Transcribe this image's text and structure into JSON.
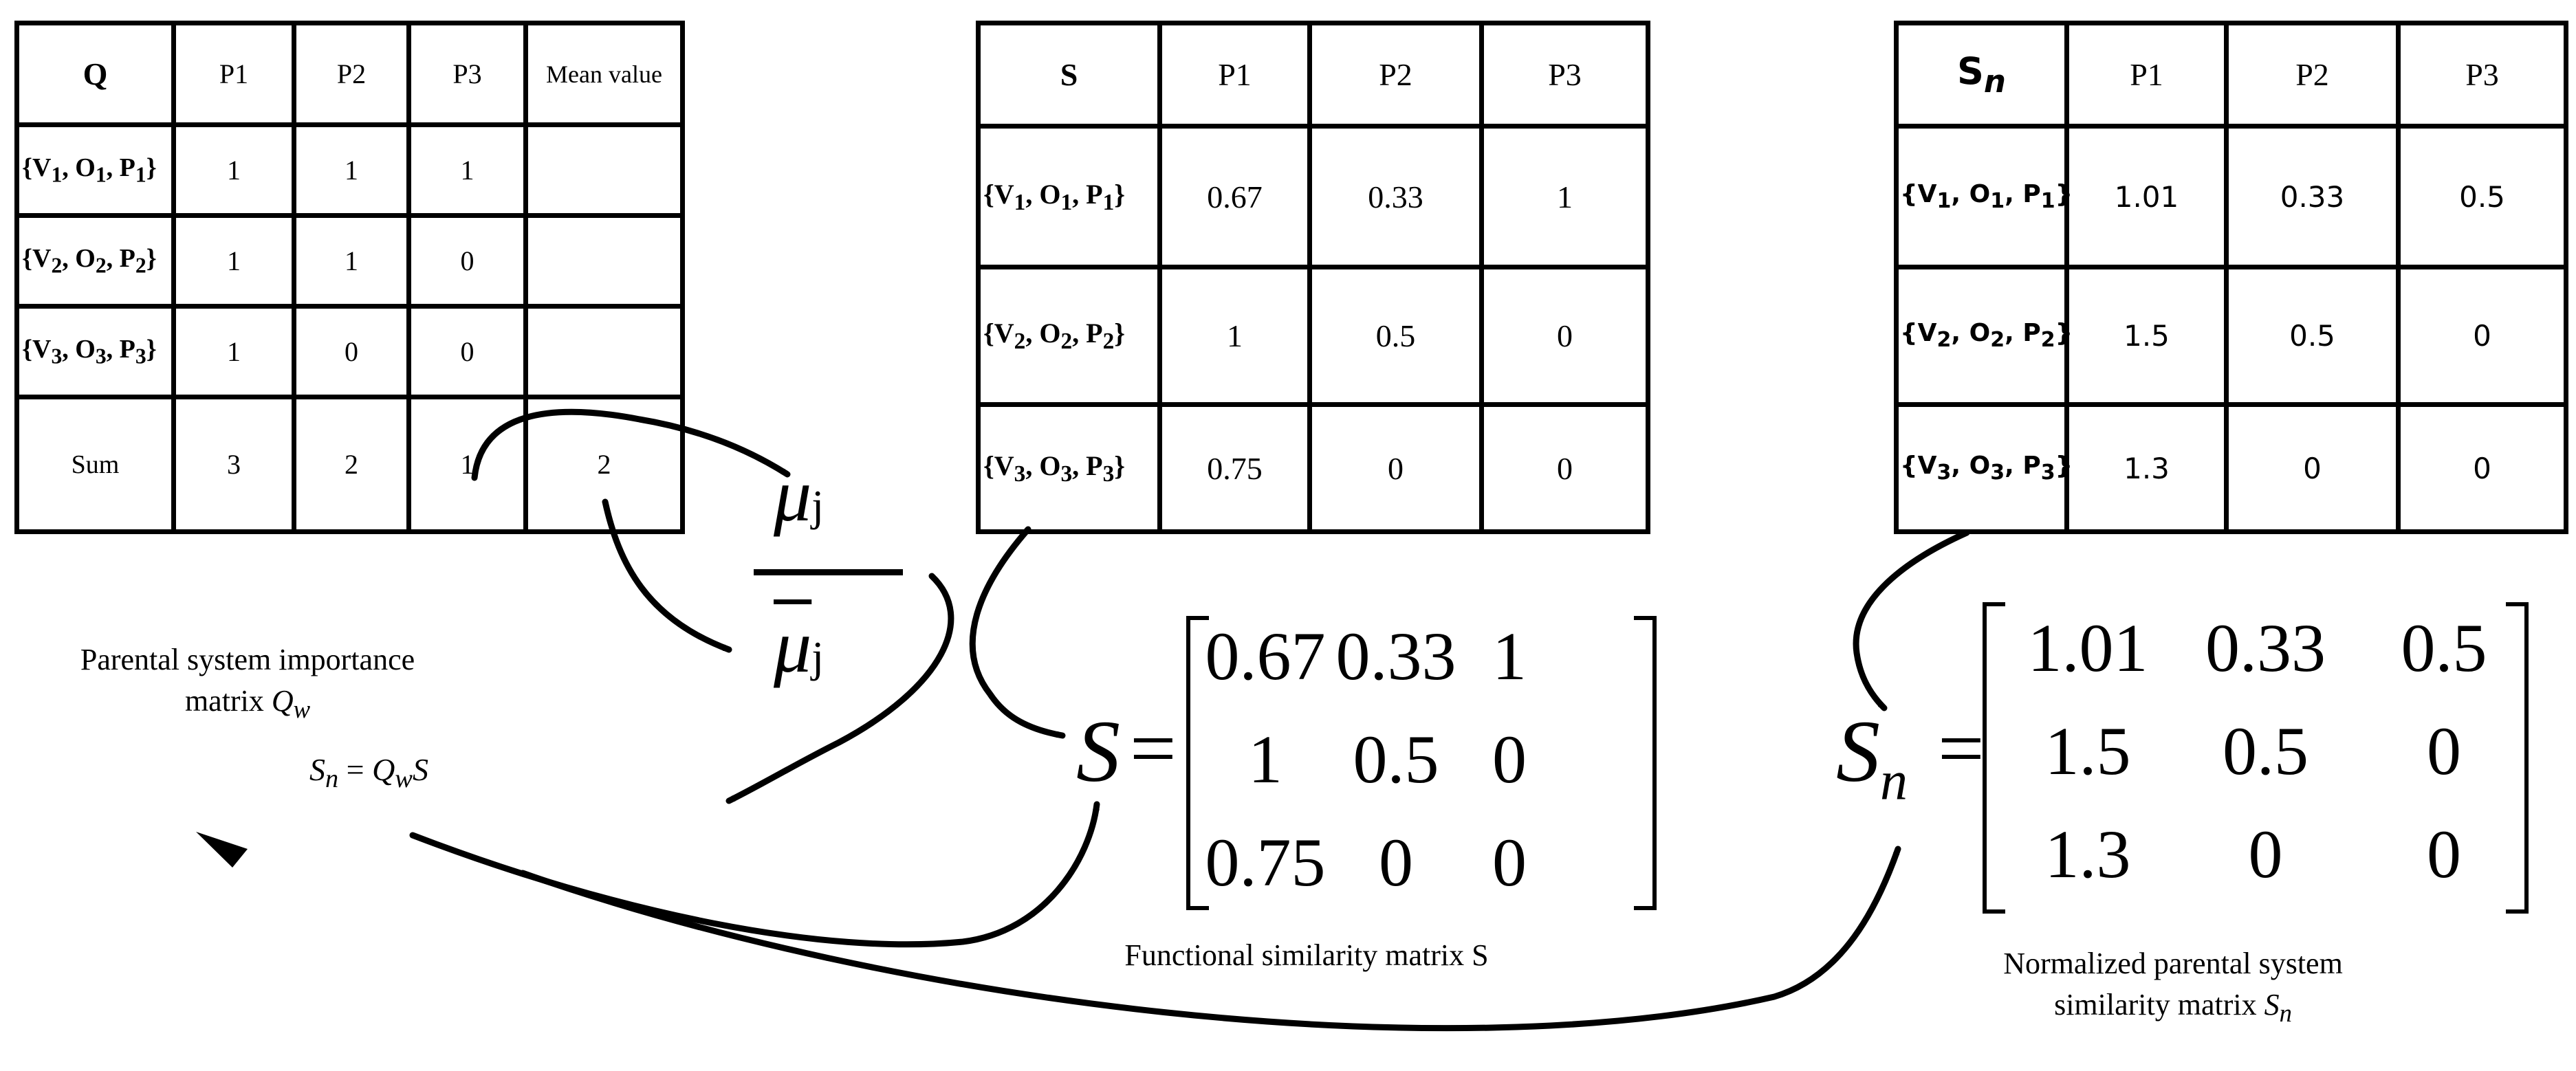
{
  "q_table": {
    "header": [
      "Q",
      "P1",
      "P2",
      "P3",
      "Mean value"
    ],
    "rows": [
      {
        "v": "V",
        "o": "O",
        "p": "P",
        "i": "1",
        "values": [
          "1",
          "1",
          "1",
          ""
        ]
      },
      {
        "v": "V",
        "o": "O",
        "p": "P",
        "i": "2",
        "values": [
          "1",
          "1",
          "0",
          ""
        ]
      },
      {
        "v": "V",
        "o": "O",
        "p": "P",
        "i": "3",
        "values": [
          "1",
          "0",
          "0",
          ""
        ]
      }
    ],
    "sum_row": {
      "label": "Sum",
      "values": [
        "3",
        "2",
        "1",
        "2"
      ]
    }
  },
  "s_table": {
    "header": [
      "S",
      "P1",
      "P2",
      "P3"
    ],
    "rows": [
      {
        "v": "V",
        "o": "O",
        "p": "P",
        "i": "1",
        "values": [
          "0.67",
          "0.33",
          "1"
        ]
      },
      {
        "v": "V",
        "o": "O",
        "p": "P",
        "i": "2",
        "values": [
          "1",
          "0.5",
          "0"
        ]
      },
      {
        "v": "V",
        "o": "O",
        "p": "P",
        "i": "3",
        "values": [
          "0.75",
          "0",
          "0"
        ]
      }
    ]
  },
  "sn_table": {
    "header_base": "S",
    "header_sub": "n",
    "columns": [
      "P1",
      "P2",
      "P3"
    ],
    "rows": [
      {
        "v": "V",
        "o": "O",
        "p": "P",
        "i": "1",
        "values": [
          "1.01",
          "0.33",
          "0.5"
        ]
      },
      {
        "v": "V",
        "o": "O",
        "p": "P",
        "i": "2",
        "values": [
          "1.5",
          "0.5",
          "0"
        ]
      },
      {
        "v": "V",
        "o": "O",
        "p": "P",
        "i": "3",
        "values": [
          "1.3",
          "0",
          "0"
        ]
      }
    ]
  },
  "fraction": {
    "mu": "μ",
    "j": "j"
  },
  "importance_label": {
    "line1": "Parental system importance",
    "line2": "matrix",
    "q": "Q",
    "w": "w"
  },
  "sn_formula": {
    "s": "S",
    "n": "n",
    "eq": " = ",
    "q": "Q",
    "w": "w",
    "s2": "S"
  },
  "s_matrix": {
    "symbol": "S",
    "eq": "=",
    "cells": [
      "0.67",
      "0.33",
      "1",
      "1",
      "0.5",
      "0",
      "0.75",
      "0",
      "0"
    ],
    "caption": "Functional similarity matrix S"
  },
  "sn_matrix": {
    "symbol": "S",
    "sub": "n",
    "eq": "=",
    "cells": [
      "1.01",
      "0.33",
      "0.5",
      "1.5",
      "0.5",
      "0",
      "1.3",
      "0",
      "0"
    ],
    "caption_line1": "Normalized parental system",
    "caption_line2": "similarity matrix",
    "caption_sym": "S",
    "caption_sub": "n"
  }
}
